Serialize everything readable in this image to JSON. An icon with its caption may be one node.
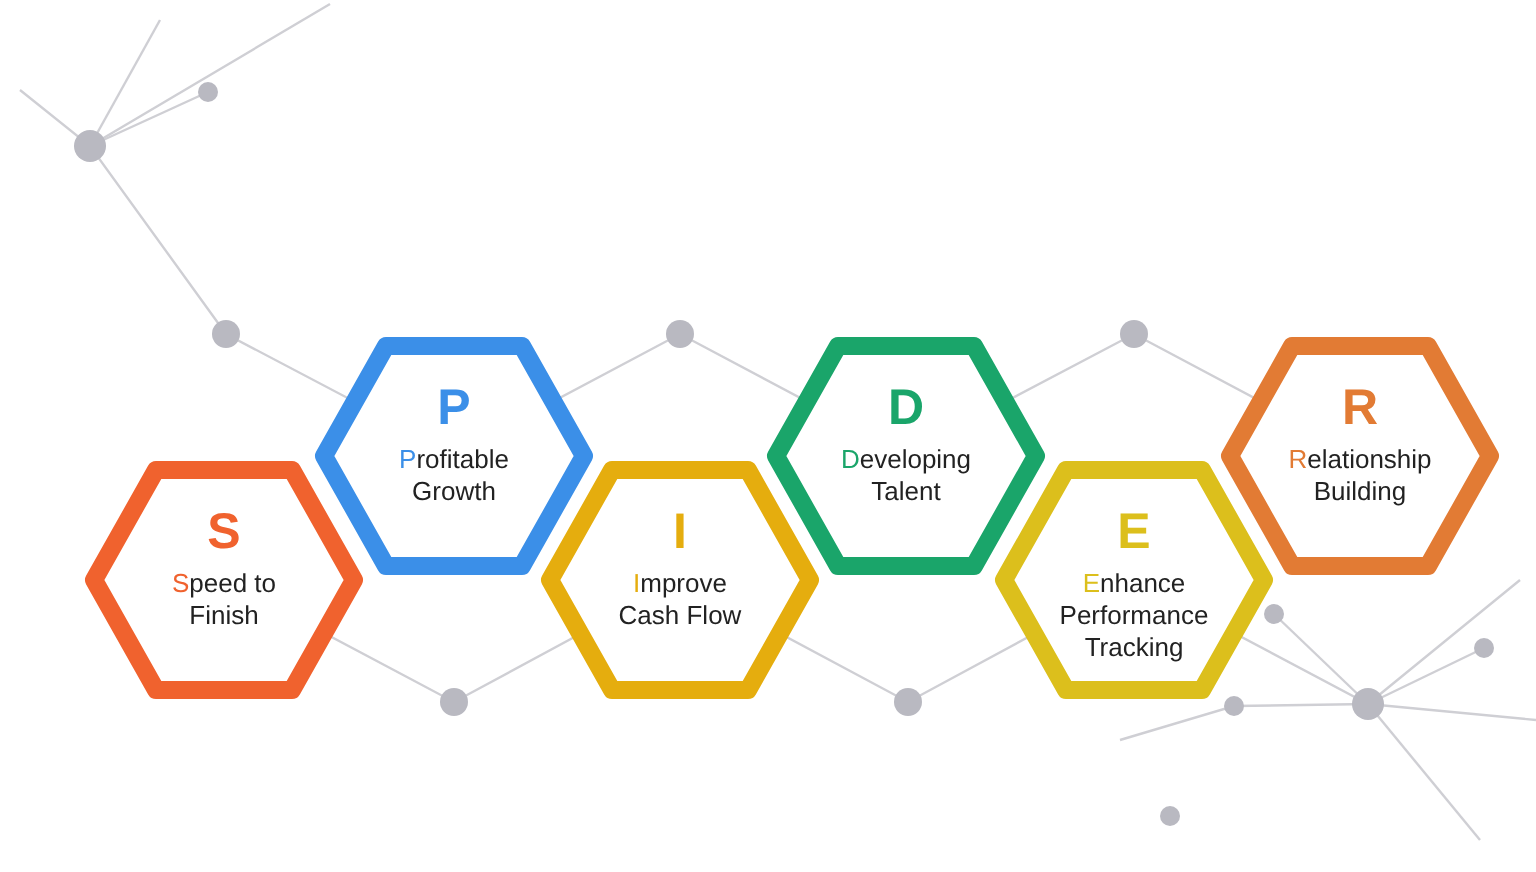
{
  "diagram": {
    "nodes": [
      {
        "text": [
          "S",
          "Speed to Finish"
        ]
      },
      {
        "text": [
          "P",
          "Profitable Growth"
        ]
      },
      {
        "text": [
          "I",
          "Improve Cash Flow"
        ]
      },
      {
        "text": [
          "D",
          "Developing Talent"
        ]
      },
      {
        "text": [
          "E",
          "Enhance Performance Tracking"
        ]
      },
      {
        "text": [
          "R",
          "Relationship Building"
        ]
      }
    ]
  }
}
